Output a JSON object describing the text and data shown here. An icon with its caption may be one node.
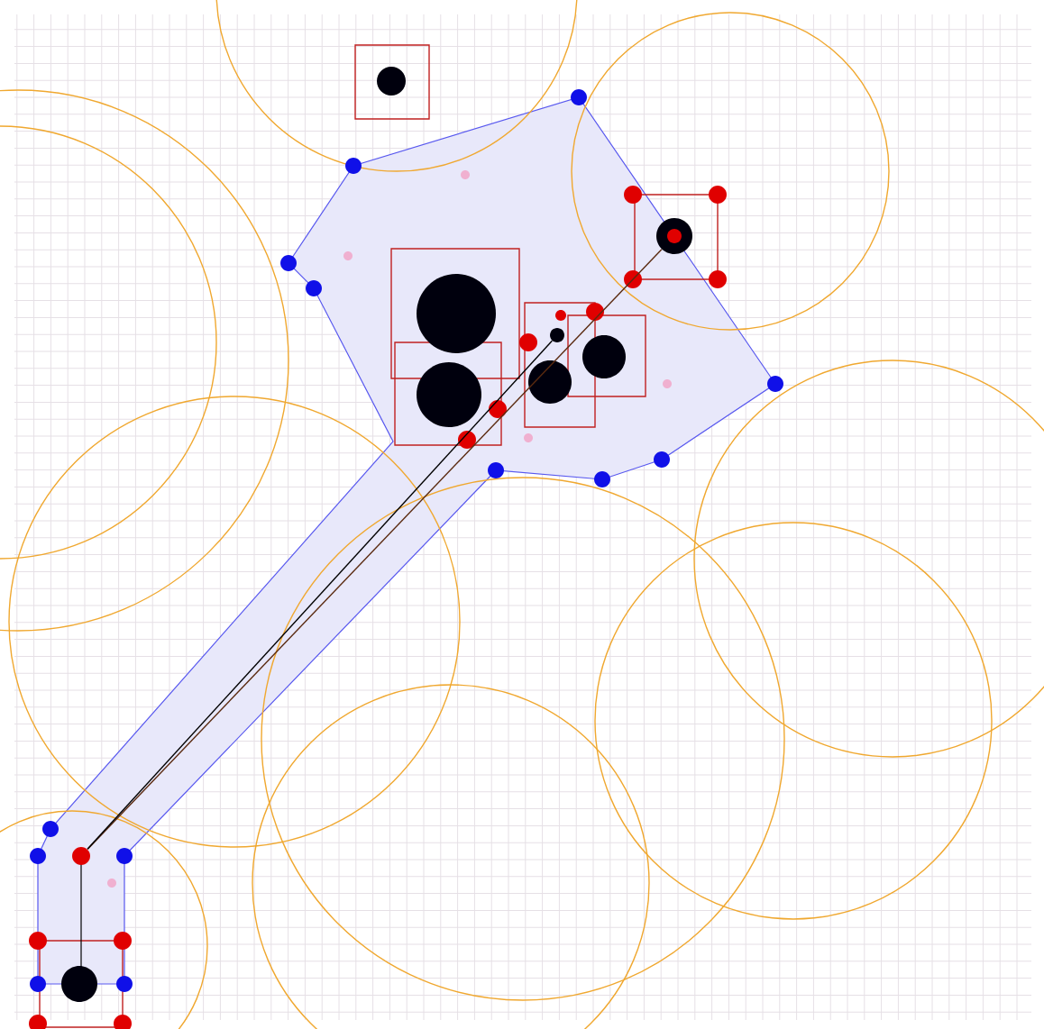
{
  "diagram": {
    "nodes": [
      {
        "text": [],
        "shape": "circle"
      },
      {
        "text": [],
        "shape": "circle"
      },
      {
        "text": [],
        "shape": "circle"
      }
    ],
    "edges": [
      {
        "from": 0,
        "to": 2,
        "arrow": "none"
      },
      {
        "from": 1,
        "to": 2,
        "arrow": "none"
      }
    ]
  }
}
